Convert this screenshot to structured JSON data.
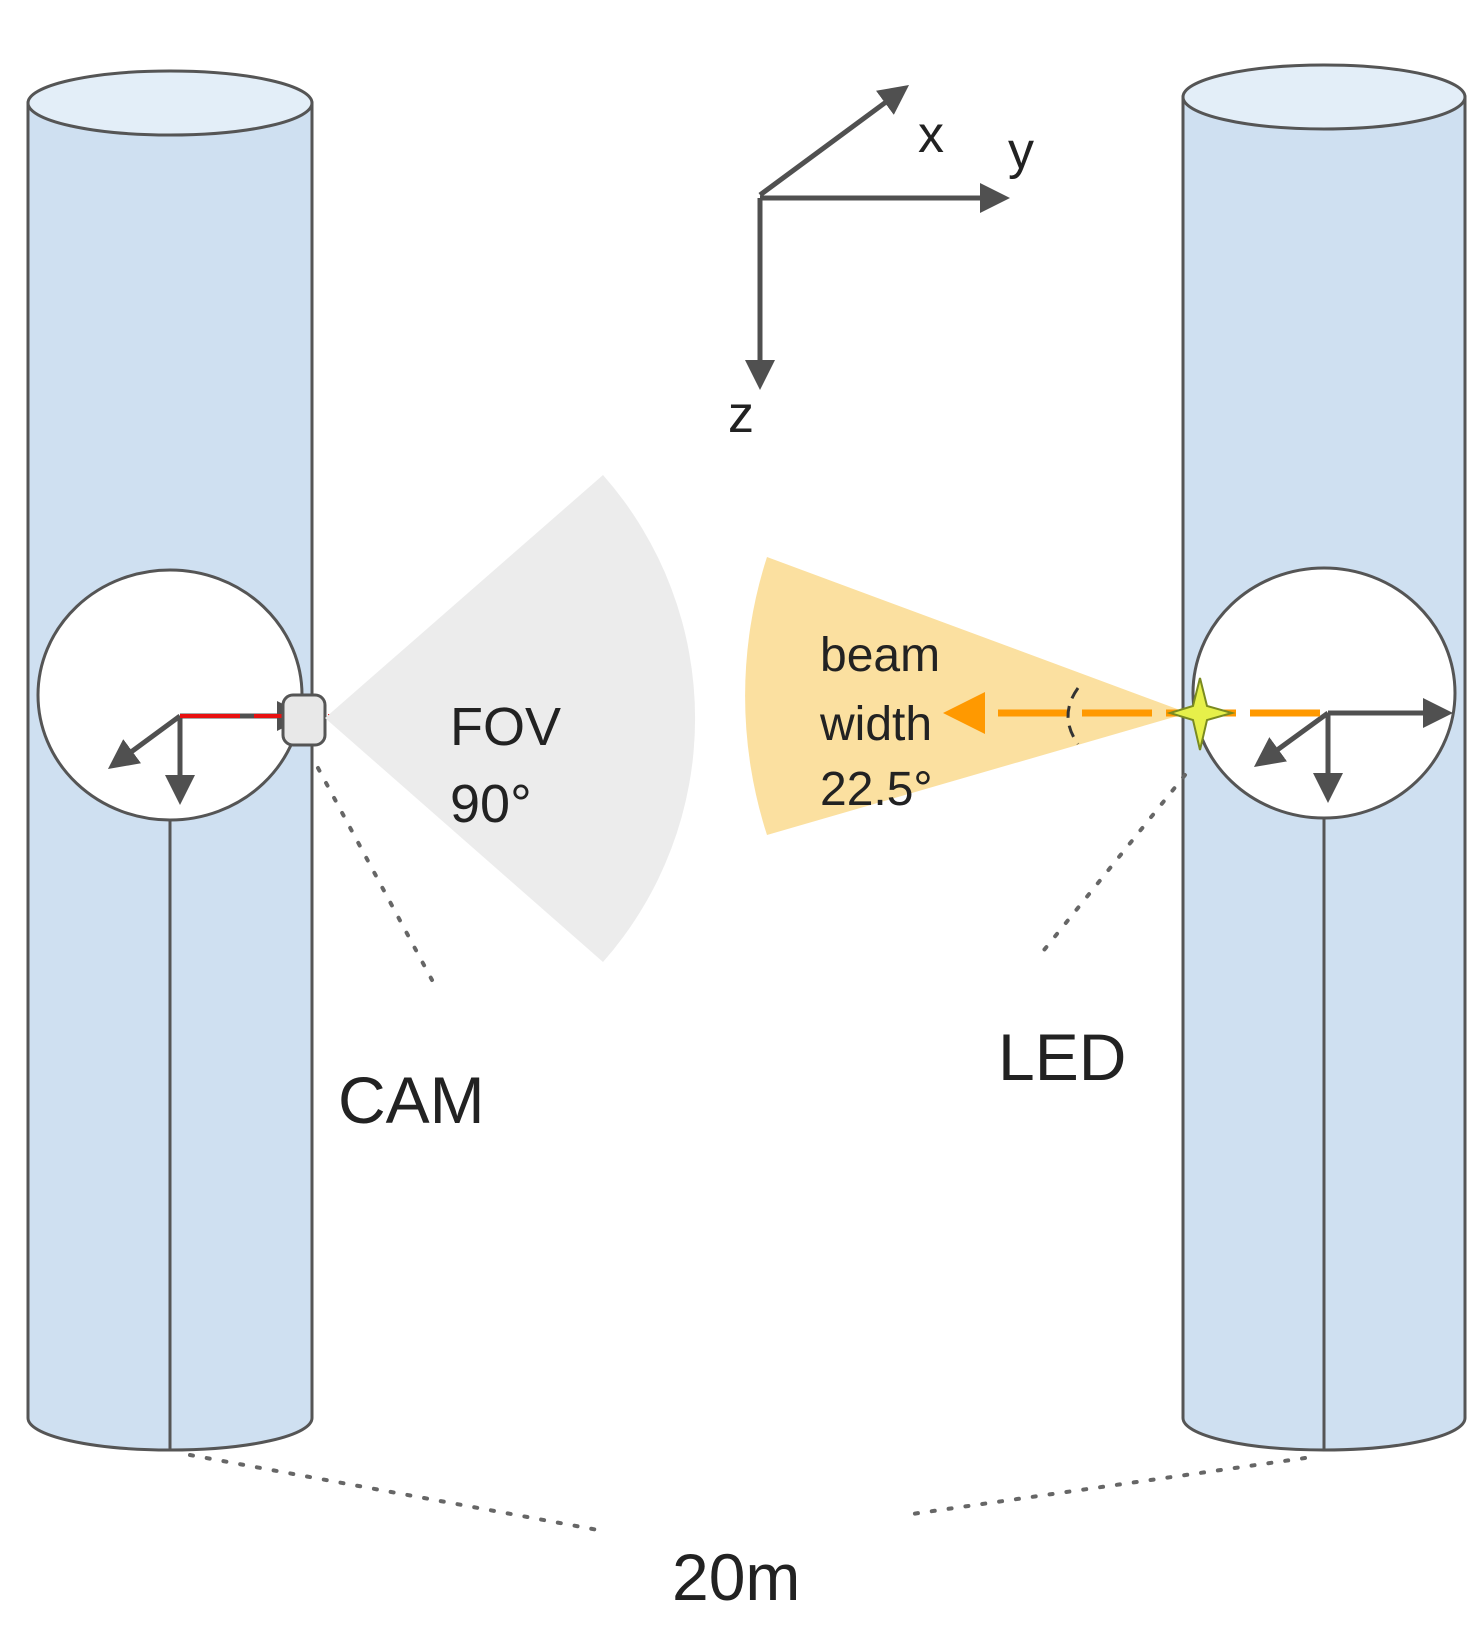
{
  "labels": {
    "axis_x": "x",
    "axis_y": "y",
    "axis_z": "z",
    "fov_line1": "FOV",
    "fov_line2": "90°",
    "beam_line1": "beam",
    "beam_line2": "width",
    "beam_line3": "22.5°",
    "cam": "CAM",
    "led": "LED",
    "distance": "20m"
  },
  "colors": {
    "cylinder_fill": "#cfe0f1",
    "cylinder_top": "#e3eef8",
    "outline": "#555555",
    "axis_arrow": "#505050",
    "fov_cone": "#ececec",
    "beam_cone": "#fbe0a0",
    "camera_ray": "#e81010",
    "led_ray": "#ff9900",
    "led_star": "#e6f04a"
  },
  "values": {
    "fov_degrees": 90,
    "beam_width_degrees": 22.5,
    "distance_m": 20
  }
}
